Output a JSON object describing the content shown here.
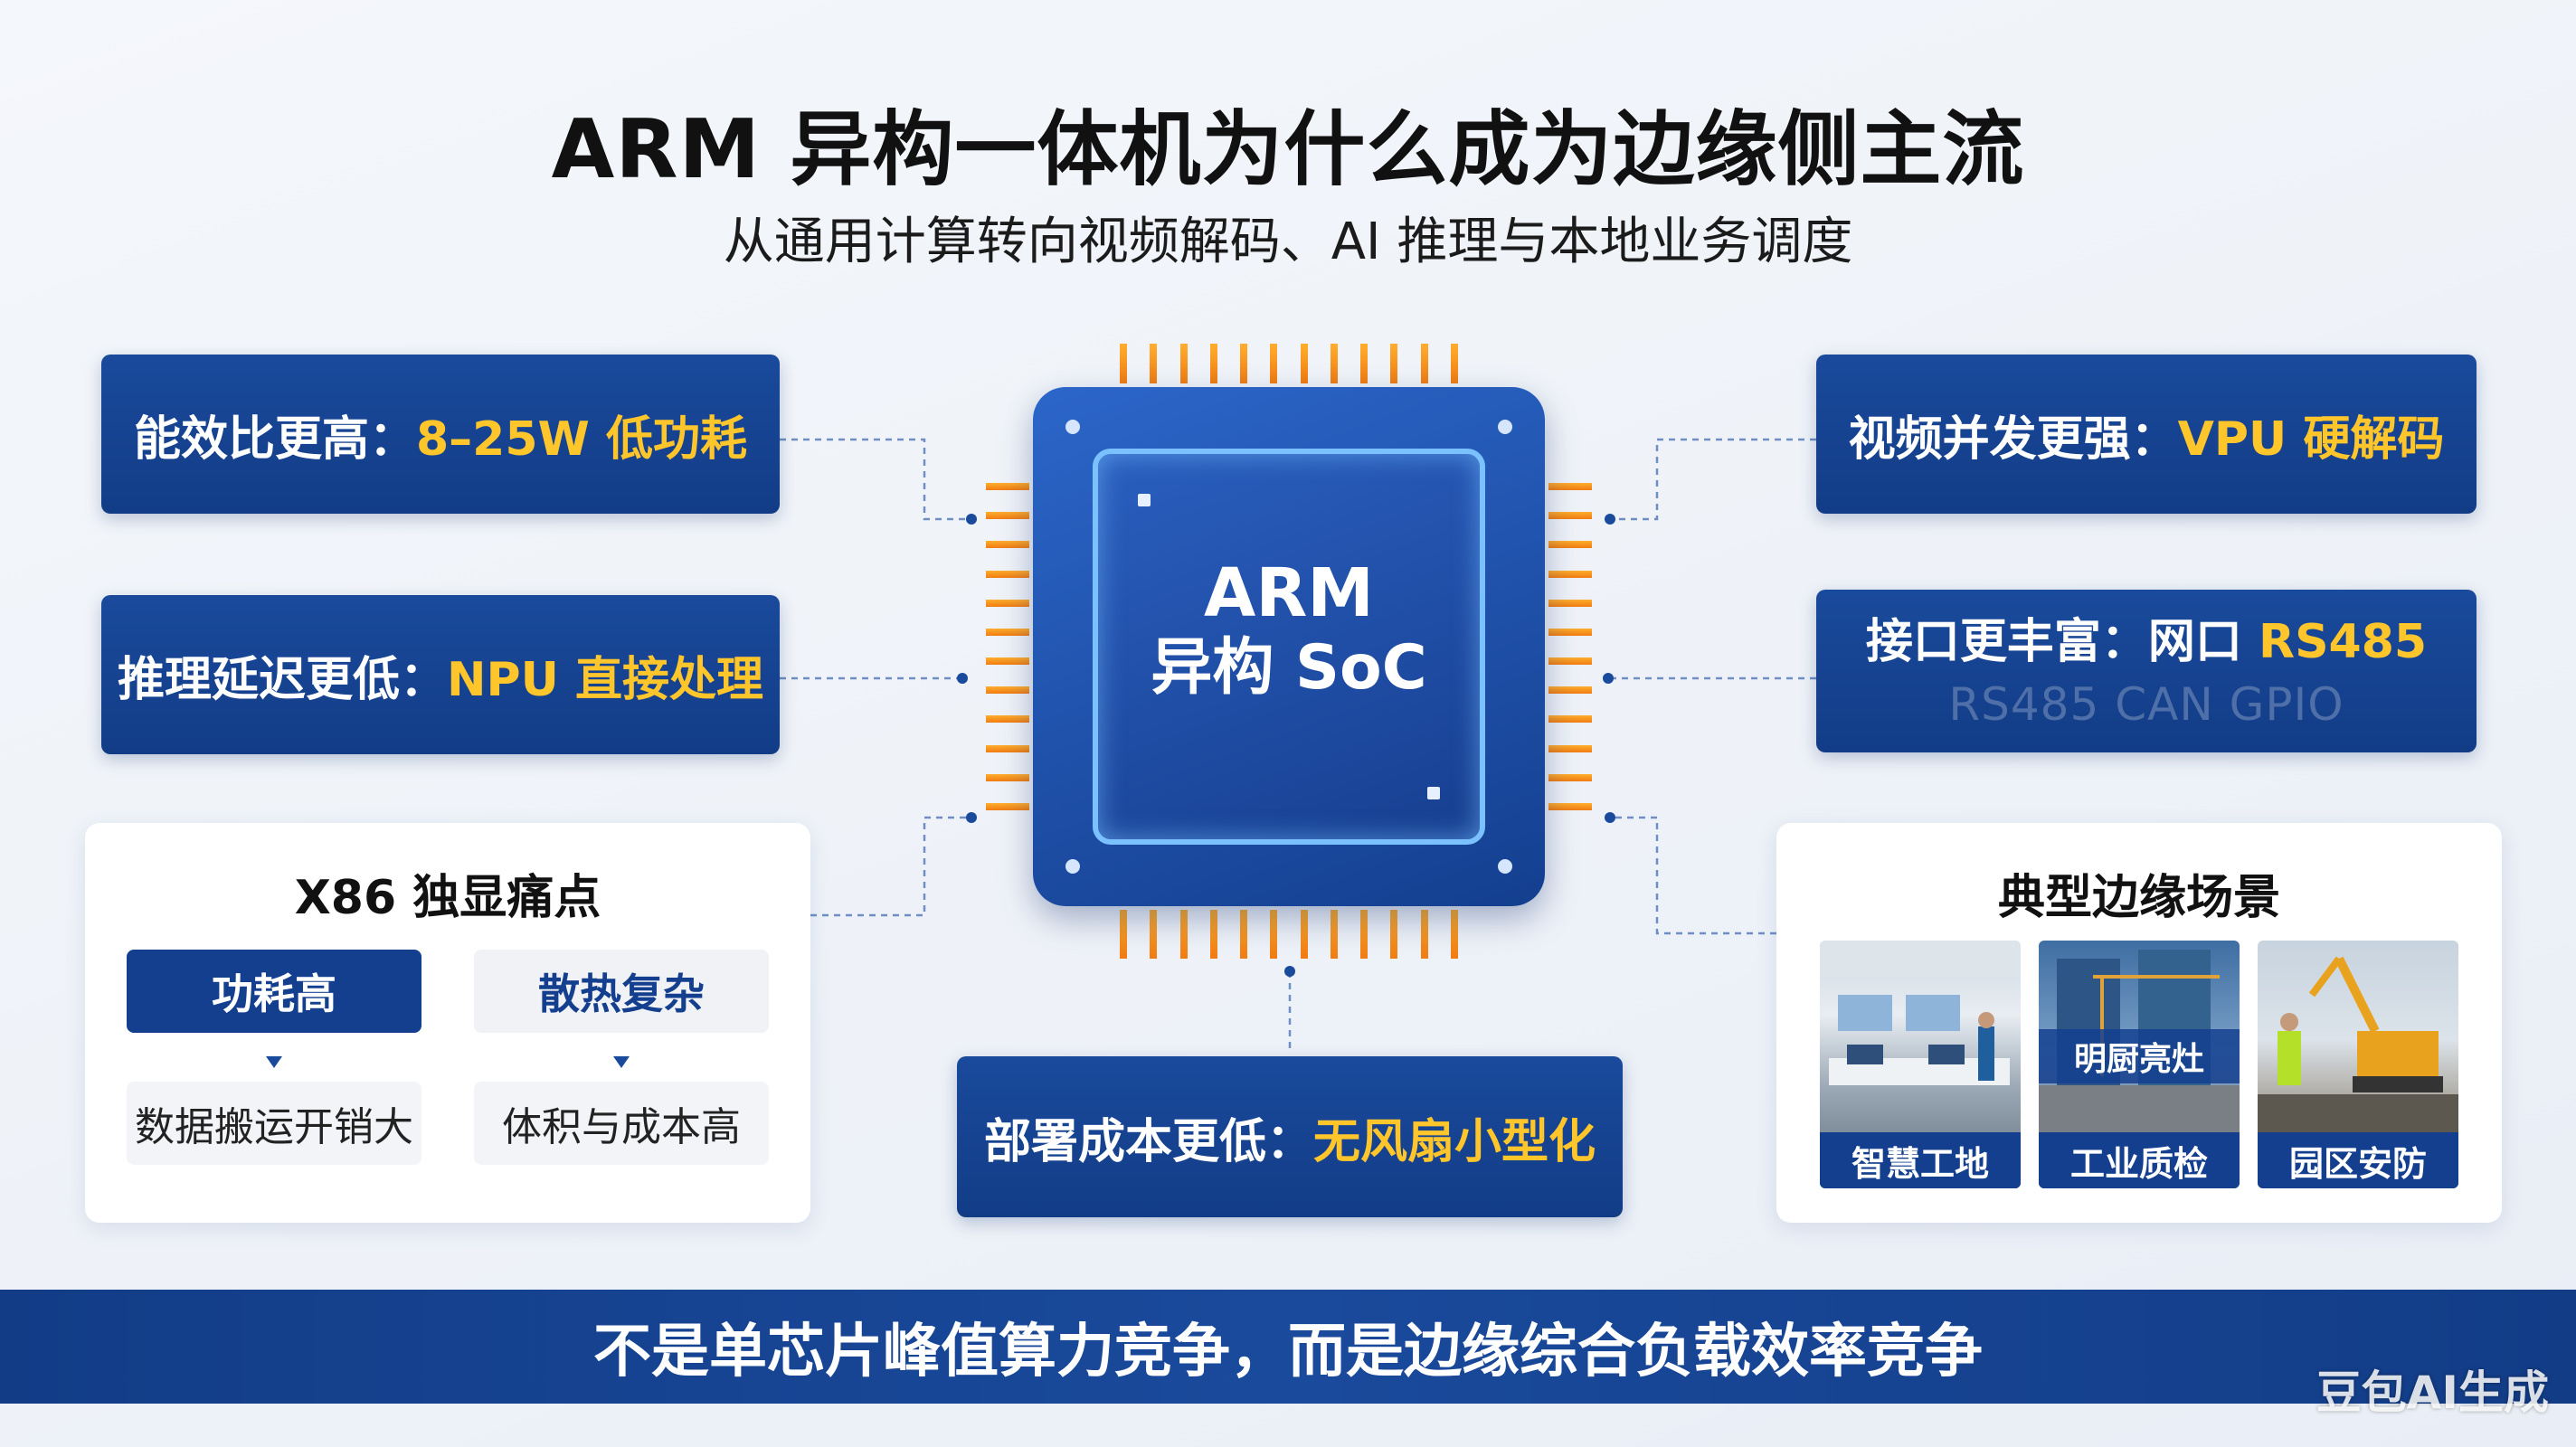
{
  "title": "ARM 异构一体机为什么成为边缘侧主流",
  "subtitle": "从通用计算转向视频解码、AI 推理与本地业务调度",
  "chip": {
    "line1": "ARM",
    "line2": "异构 SoC"
  },
  "left_boxes": [
    {
      "label": "能效比更高：",
      "highlight": "8–25W 低功耗"
    },
    {
      "label": "推理延迟更低：",
      "highlight": "NPU 直接处理"
    }
  ],
  "right_boxes": [
    {
      "label": "视频并发更强：",
      "highlight": "VPU 硬解码"
    },
    {
      "label": "接口更丰富：网口 ",
      "highlight": "RS485",
      "sub": "RS485 CAN GPIO"
    }
  ],
  "bottom_box": {
    "label": "部署成本更低：",
    "highlight": "无风扇小型化"
  },
  "pain_card": {
    "title": "X86 独显痛点",
    "items": [
      {
        "tag": "功耗高",
        "detail": "数据搬运开销大"
      },
      {
        "tag": "散热复杂",
        "detail": "体积与成本高"
      }
    ]
  },
  "scenes_card": {
    "title": "典型边缘场景",
    "scenes": [
      {
        "label": "智慧工地"
      },
      {
        "label": "工业质检",
        "overlay": "明厨亮灶"
      },
      {
        "label": "园区安防"
      }
    ]
  },
  "banner": "不是单芯片峰值算力竞争，而是边缘综合负载效率竞争",
  "watermark": "豆包AI生成",
  "colors": {
    "navy": "#143f8f",
    "highlight": "#ffc62b",
    "pins": "#f28a1a"
  }
}
